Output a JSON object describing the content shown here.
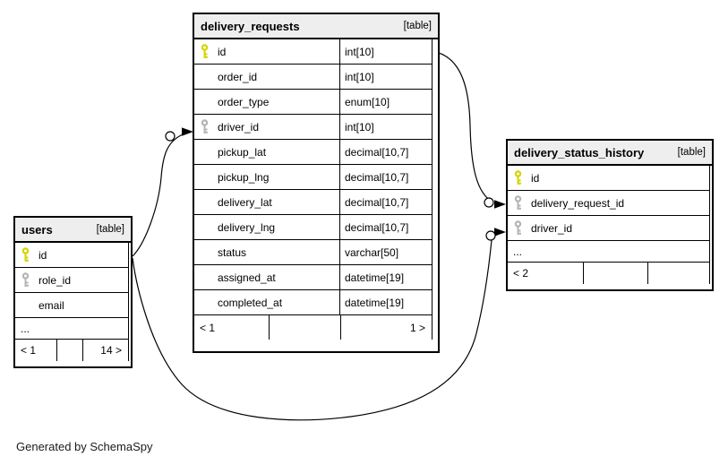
{
  "page": {
    "generated_by": "Generated by SchemaSpy"
  },
  "colors": {
    "header_bg": "#eeeeee",
    "border": "#000000",
    "primary_key": "#d4d400",
    "foreign_key": "#b4b4b4",
    "line": "#000000"
  },
  "tables": {
    "delivery_requests": {
      "title": "delivery_requests",
      "badge": "[table]",
      "columns": [
        {
          "name": "id",
          "type": "int[10]",
          "key": "primary"
        },
        {
          "name": "order_id",
          "type": "int[10]",
          "key": "none"
        },
        {
          "name": "order_type",
          "type": "enum[10]",
          "key": "none"
        },
        {
          "name": "driver_id",
          "type": "int[10]",
          "key": "foreign"
        },
        {
          "name": "pickup_lat",
          "type": "decimal[10,7]",
          "key": "none"
        },
        {
          "name": "pickup_lng",
          "type": "decimal[10,7]",
          "key": "none"
        },
        {
          "name": "delivery_lat",
          "type": "decimal[10,7]",
          "key": "none"
        },
        {
          "name": "delivery_lng",
          "type": "decimal[10,7]",
          "key": "none"
        },
        {
          "name": "status",
          "type": "varchar[50]",
          "key": "none"
        },
        {
          "name": "assigned_at",
          "type": "datetime[19]",
          "key": "none"
        },
        {
          "name": "completed_at",
          "type": "datetime[19]",
          "key": "none"
        }
      ],
      "footer": {
        "parents": "< 1",
        "spacer": "",
        "children": "1 >"
      }
    },
    "users": {
      "title": "users",
      "badge": "[table]",
      "columns": [
        {
          "name": "id",
          "key": "primary"
        },
        {
          "name": "role_id",
          "key": "foreign"
        },
        {
          "name": "email",
          "key": "none"
        }
      ],
      "ellipsis": "...",
      "footer": {
        "parents": "< 1",
        "spacer": "",
        "children": "14 >"
      }
    },
    "delivery_status_history": {
      "title": "delivery_status_history",
      "badge": "[table]",
      "columns": [
        {
          "name": "id",
          "key": "primary"
        },
        {
          "name": "delivery_request_id",
          "key": "foreign"
        },
        {
          "name": "driver_id",
          "key": "foreign"
        }
      ],
      "ellipsis": "...",
      "footer": {
        "parents": "< 2",
        "spacer": "",
        "children": ""
      }
    }
  },
  "relationships": [
    {
      "from": "users.id",
      "to": "delivery_requests.driver_id"
    },
    {
      "from": "delivery_requests.id",
      "to": "delivery_status_history.delivery_request_id"
    },
    {
      "from": "users.id",
      "to": "delivery_status_history.driver_id"
    }
  ]
}
